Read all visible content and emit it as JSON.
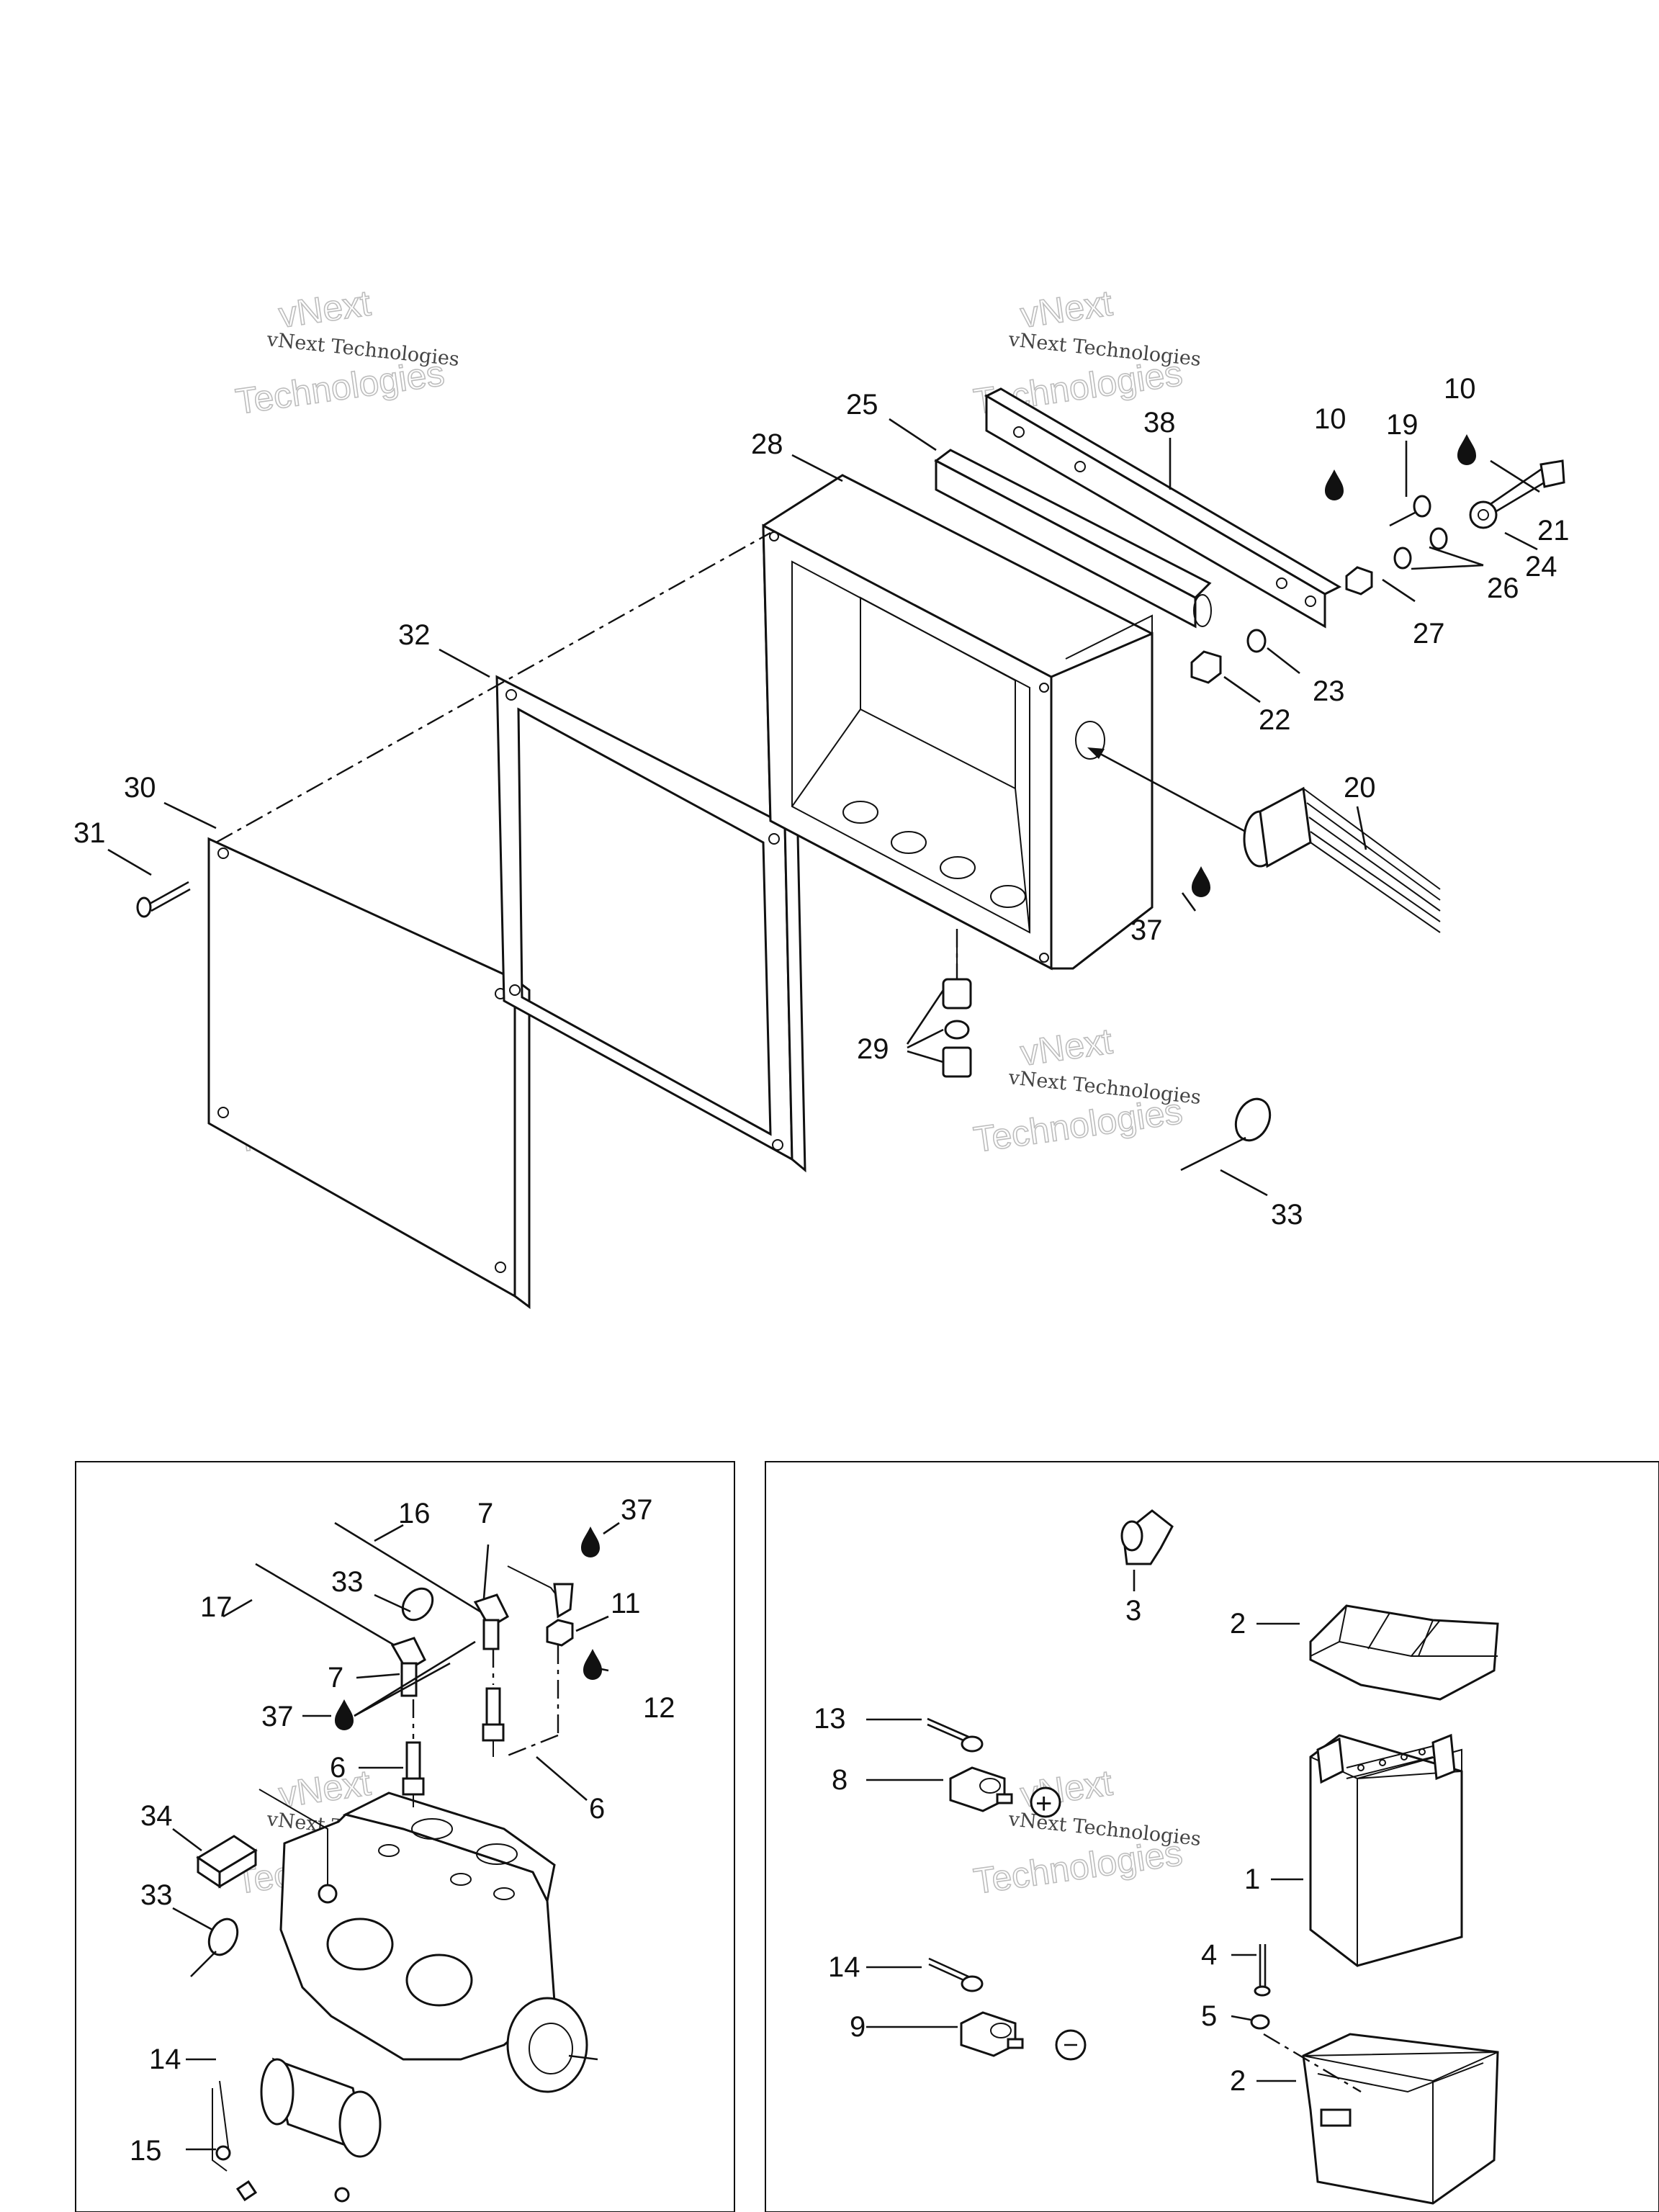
{
  "watermark": {
    "line1": "vNext Technologies",
    "line2": "vNext",
    "line3": "Technologies"
  },
  "callouts": {
    "main": [
      "25",
      "38",
      "10",
      "19",
      "10",
      "28",
      "21",
      "24",
      "26",
      "27",
      "32",
      "23",
      "22",
      "20",
      "30",
      "31",
      "37",
      "29",
      "33"
    ],
    "left_panel": [
      "16",
      "7",
      "37",
      "33",
      "11",
      "17",
      "12",
      "7",
      "37",
      "6",
      "6",
      "34",
      "33",
      "14",
      "15"
    ],
    "right_panel": [
      "3",
      "2",
      "13",
      "8",
      "1",
      "4",
      "5",
      "14",
      "9",
      "2"
    ]
  },
  "colors": {
    "ink": "#111111",
    "watermark": "#bdbdbd"
  }
}
